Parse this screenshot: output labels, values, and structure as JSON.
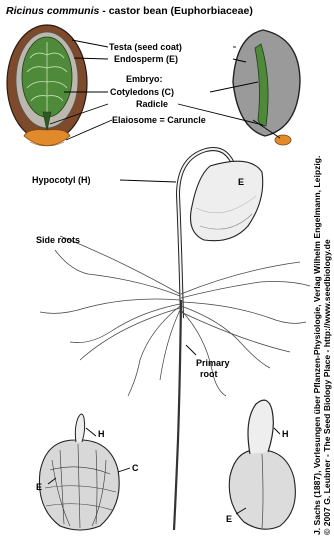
{
  "title": {
    "species": "Ricinus communis",
    "rest": " - castor bean (Euphorbiaceae)"
  },
  "labels": {
    "testa": "Testa (seed coat)",
    "endosperm": "Endosperm (E)",
    "embryo": "Embryo:",
    "cotyledons": "Cotyledons (C)",
    "radicle": "Radicle",
    "elaiosome": "Elaiosome = Caruncle",
    "hypocotyl": "Hypocotyl (H)",
    "side_roots": "Side roots",
    "primary_root_1": "Primary",
    "primary_root_2": "root",
    "e_seedling": "E",
    "e_left": "E",
    "c_left": "C",
    "h_left": "H",
    "h_right": "H",
    "e_right": "E"
  },
  "credits": {
    "line1": "J. Sachs (1887), Vorlesungen über Pflanzen-Physiologie, Verlag Wilhelm Engelmann, Leipzig.",
    "line2": "© 2007 G. Leubner - The Seed Biology Place - http://www.seedbiology.de"
  },
  "colors": {
    "testa": "#7d4a2c",
    "endosperm": "#bdb8ae",
    "cotyledon_green": "#4f8a3b",
    "elaiosome": "#e08a2c",
    "cut_seed_grey": "#9a9a9a"
  }
}
